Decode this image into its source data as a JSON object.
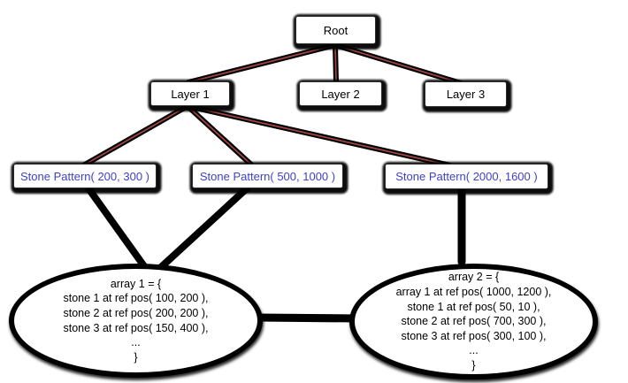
{
  "diagram": {
    "root": {
      "label": "Root"
    },
    "layers": [
      {
        "label": "Layer 1"
      },
      {
        "label": "Layer 2"
      },
      {
        "label": "Layer 3"
      }
    ],
    "patterns": [
      {
        "label": "Stone Pattern( 200, 300 )"
      },
      {
        "label": "Stone Pattern( 500, 1000 )"
      },
      {
        "label": "Stone Pattern( 2000, 1600 )"
      }
    ],
    "arrays": [
      {
        "name": "array-1",
        "lines": [
          "array 1 = {",
          "stone 1 at ref pos( 100, 200 ),",
          "stone 2 at ref pos( 200, 200 ),",
          "stone 3 at ref pos( 150, 400 ),",
          "...",
          "}"
        ]
      },
      {
        "name": "array-2",
        "lines": [
          "array 2 = {",
          "array 1 at ref pos( 1000, 1200 ),",
          "stone 1 at ref pos( 50, 10 ),",
          "stone 2 at ref pos( 700, 300 ),",
          "stone 3 at ref pos( 300, 100 ),",
          "...",
          "}"
        ]
      }
    ],
    "colors": {
      "edge_core": "#a64545",
      "pattern_text": "#4040c8",
      "node_fill": "#ffffff",
      "node_border": "#2d2d2d"
    }
  }
}
